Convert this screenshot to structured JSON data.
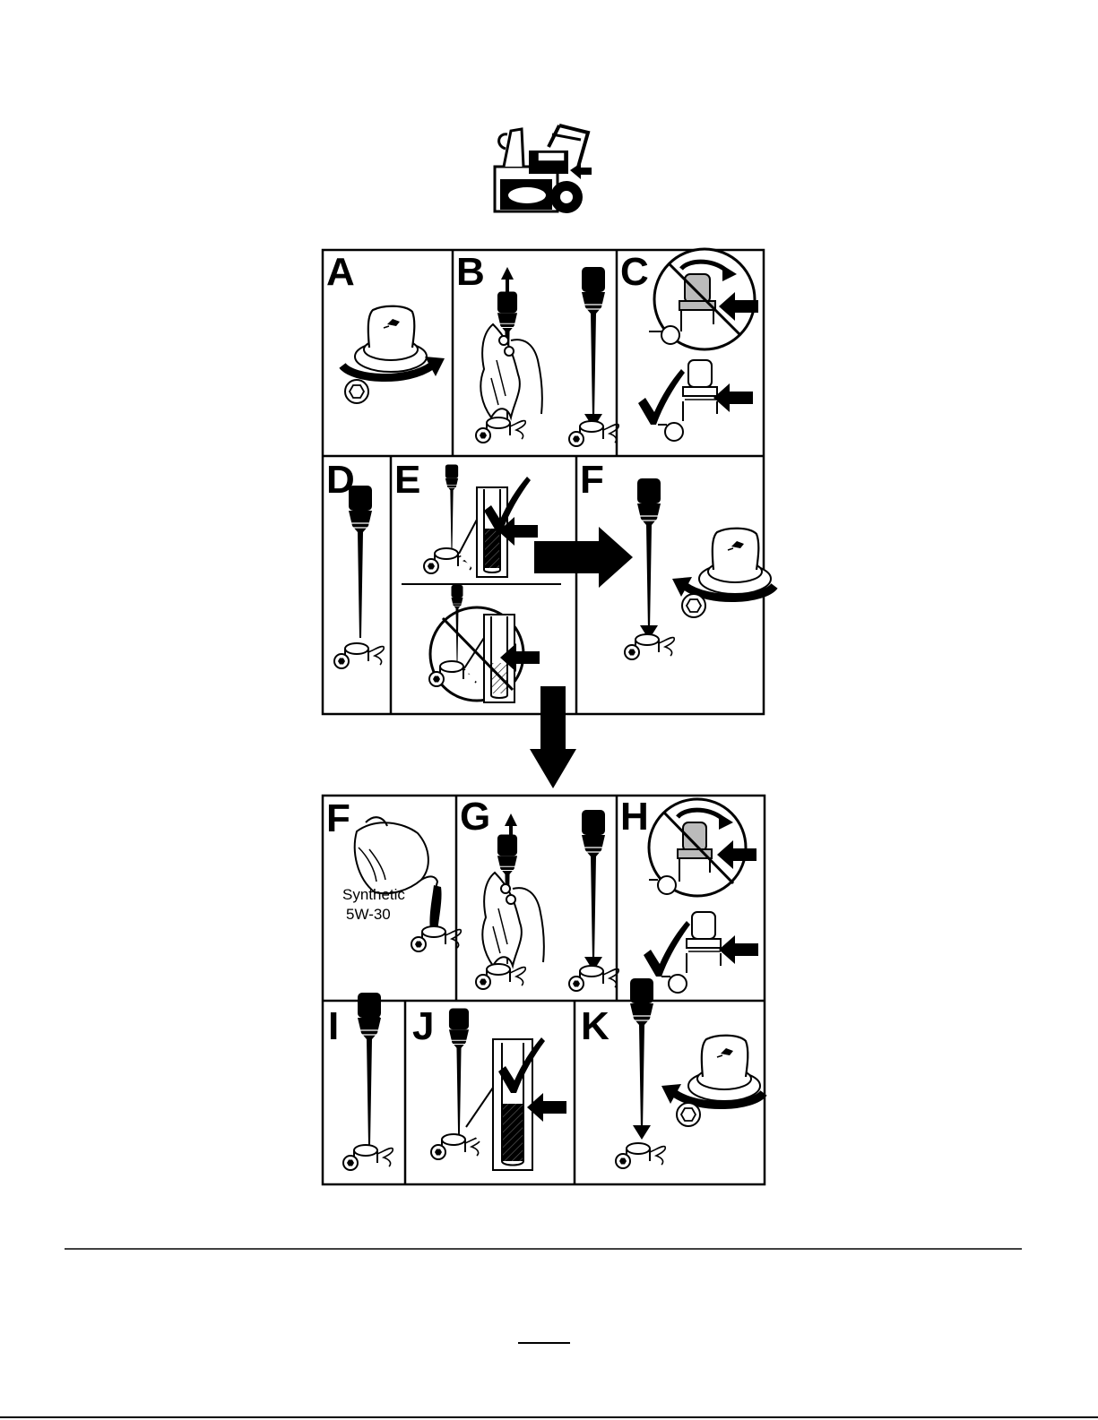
{
  "panels_top": [
    {
      "letter": "A"
    },
    {
      "letter": "B"
    },
    {
      "letter": "C"
    },
    {
      "letter": "D"
    },
    {
      "letter": "E"
    },
    {
      "letter": "F"
    }
  ],
  "panels_bottom": [
    {
      "letter": "F"
    },
    {
      "letter": "G"
    },
    {
      "letter": "H"
    },
    {
      "letter": "I"
    },
    {
      "letter": "J"
    },
    {
      "letter": "K"
    }
  ],
  "oil_bottle": {
    "line1": "Synthetic",
    "line2": "5W-30"
  },
  "icons": [
    "snowblower-icon",
    "oil-cap-icon",
    "dipstick-icon",
    "check-mark-icon",
    "prohibited-icon",
    "arrow-icon"
  ]
}
